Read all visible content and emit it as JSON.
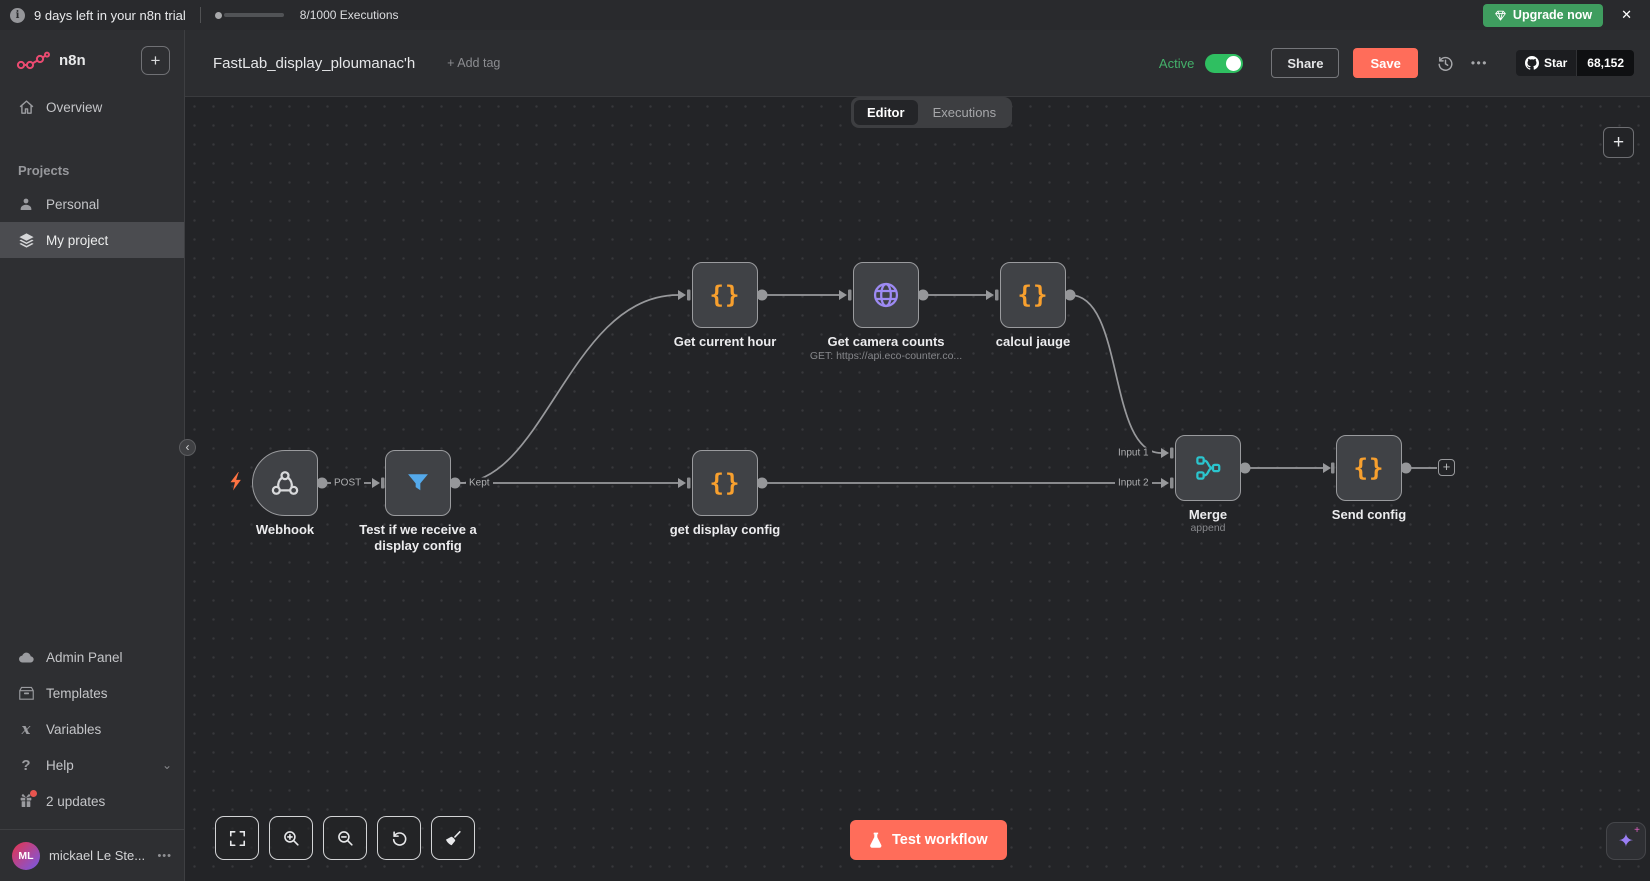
{
  "icons": {
    "info": "i",
    "close": "✕",
    "plus": "+",
    "ellipsis": "•••",
    "collapse": "‹",
    "chevron_down": "⌄",
    "braces": "{}",
    "sparkle": "✦",
    "sparkle_plus": "+",
    "variables_x": "x",
    "help_q": "?"
  },
  "trial_bar": {
    "message": "9 days left in your n8n trial",
    "executions": "8/1000 Executions",
    "upgrade_label": "Upgrade now"
  },
  "sidebar": {
    "brand": "n8n",
    "overview": "Overview",
    "projects_label": "Projects",
    "personal": "Personal",
    "my_project": "My project",
    "admin_panel": "Admin Panel",
    "templates": "Templates",
    "variables": "Variables",
    "help": "Help",
    "updates": "2 updates",
    "user_initials": "ML",
    "user_name": "mickael Le Ste..."
  },
  "header": {
    "title": "FastLab_display_ploumanac'h",
    "add_tag": "+ Add tag",
    "active_label": "Active",
    "share": "Share",
    "save": "Save",
    "star": "Star",
    "star_count": "68,152"
  },
  "tabs": {
    "editor": "Editor",
    "executions": "Executions"
  },
  "canvas": {
    "nodes": {
      "webhook": {
        "label": "Webhook"
      },
      "filter": {
        "label": "Test if we receive a display config"
      },
      "get_current_hour": {
        "label": "Get current hour"
      },
      "get_camera_counts": {
        "label": "Get camera counts",
        "subtitle": "GET: https://api.eco-counter.co..."
      },
      "calcul_jauge": {
        "label": "calcul jauge"
      },
      "get_display_config": {
        "label": "get display config"
      },
      "merge": {
        "label": "Merge",
        "subtitle": "append"
      },
      "send_config": {
        "label": "Send config"
      }
    },
    "edge_labels": {
      "post": "POST",
      "kept": "Kept",
      "input1": "Input 1",
      "input2": "Input 2"
    }
  },
  "footer": {
    "test_workflow": "Test workflow"
  },
  "colors": {
    "accent": "#ff6d5a",
    "green": "#3f9d5f",
    "toggle_green": "#2fbf61",
    "node_orange": "#f8a02e",
    "node_purple": "#9d8af3",
    "node_blue": "#54a9eb",
    "node_teal": "#2bc5ce",
    "brand_pink": "#ea4b71",
    "bolt_orange": "#ff7342"
  }
}
